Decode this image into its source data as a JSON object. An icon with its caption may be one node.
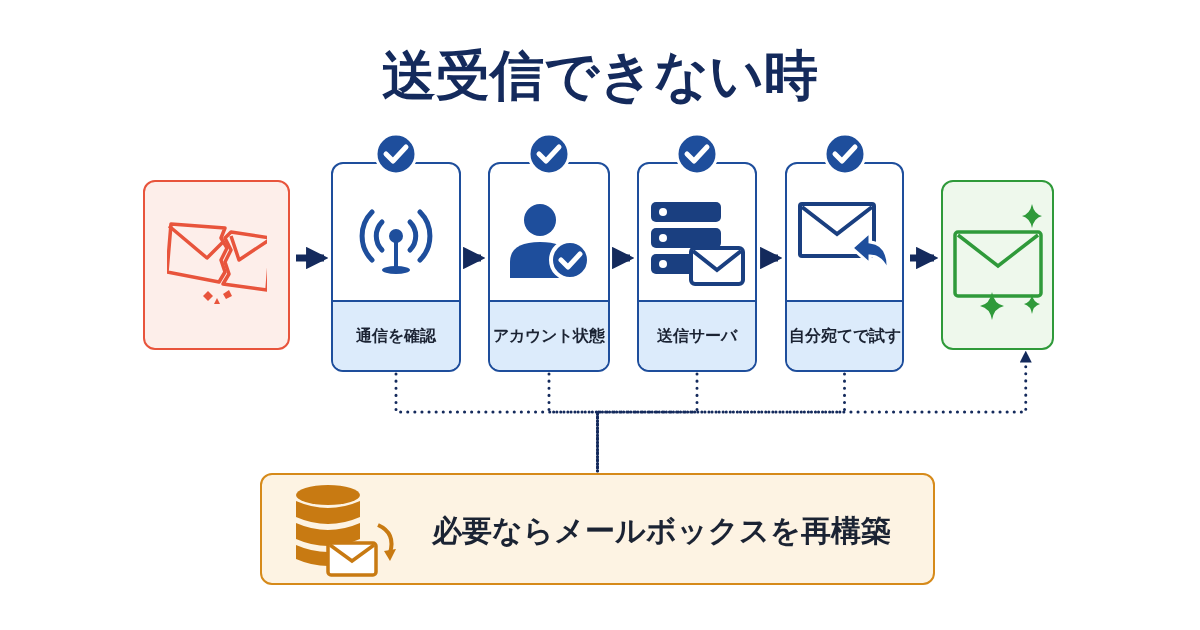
{
  "diagram": {
    "title": "送受信できない時",
    "nodes": [
      {
        "text": [],
        "shape": "box"
      },
      {
        "text": [
          "通信を確認"
        ]
      },
      {
        "text": [
          "アカウント状態"
        ]
      },
      {
        "text": [
          "送信サーバ"
        ]
      },
      {
        "text": [
          "自分宛てで試す"
        ]
      },
      {
        "text": [],
        "shape": "box"
      },
      {
        "text": [
          "必要ならメールボックスを再構築"
        ]
      }
    ],
    "edges": [
      {
        "from": 0,
        "to": 1,
        "arrow": "to",
        "style": "thick"
      },
      {
        "from": 1,
        "to": 2,
        "arrow": "to",
        "style": "thick"
      },
      {
        "from": 2,
        "to": 3,
        "arrow": "to",
        "style": "thick"
      },
      {
        "from": 3,
        "to": 4,
        "arrow": "to",
        "style": "thick"
      },
      {
        "from": 4,
        "to": 5,
        "arrow": "to",
        "style": "thick"
      },
      {
        "from": 1,
        "to": 6,
        "arrow": "none",
        "style": "dashed"
      },
      {
        "from": 2,
        "to": 6,
        "arrow": "none",
        "style": "dashed"
      },
      {
        "from": 3,
        "to": 6,
        "arrow": "none",
        "style": "dashed"
      },
      {
        "from": 4,
        "to": 6,
        "arrow": "none",
        "style": "dashed"
      },
      {
        "from": 6,
        "to": 5,
        "arrow": "to",
        "style": "dashed"
      }
    ]
  }
}
